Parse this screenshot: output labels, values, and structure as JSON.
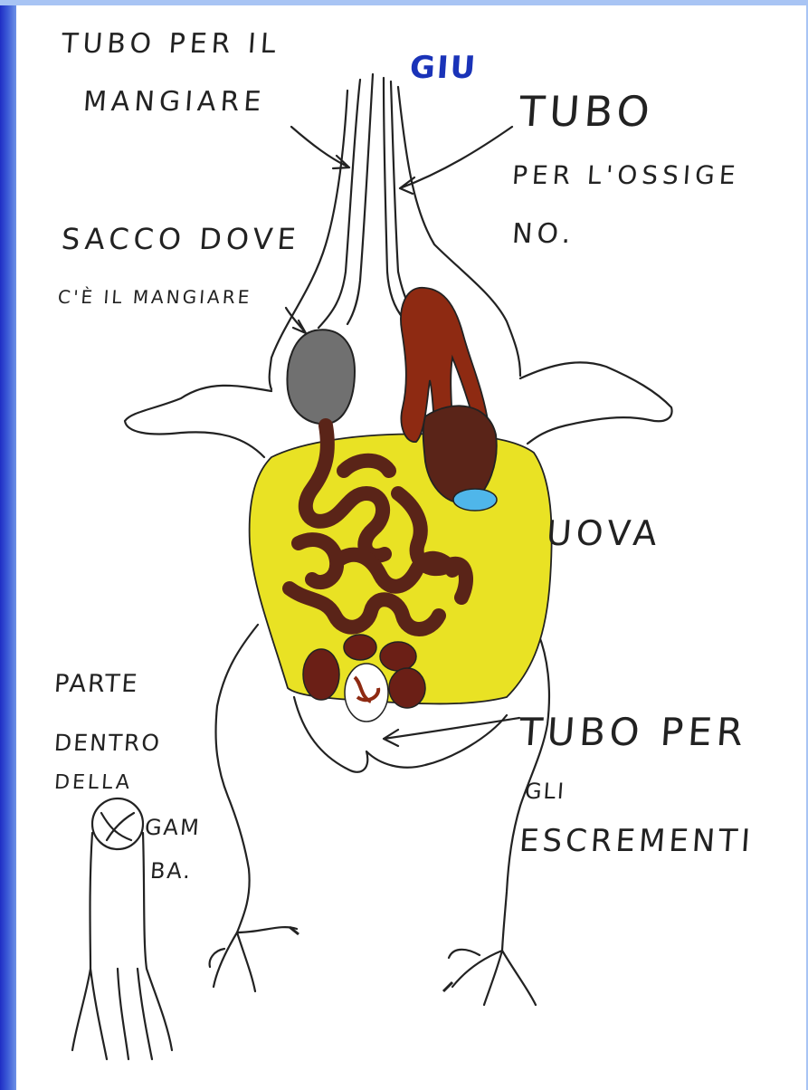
{
  "labels": {
    "giu": "GIU",
    "tubo_mangiare_1": "TUBO PER IL",
    "tubo_mangiare_2": "MANGIARE",
    "tubo_ossigeno_1": "TUBO",
    "tubo_ossigeno_2": "PER L'OSSIGE",
    "tubo_ossigeno_3": "NO.",
    "sacco_1": "SACCO DOVE",
    "sacco_2": "C'È IL MANGIARE",
    "uova": "UOVA",
    "parte_1": "PARTE",
    "parte_2": "DENTRO",
    "parte_3": "DELLA",
    "gamba_1": "GAM",
    "gamba_2": "BA.",
    "tubo_escrementi_1": "TUBO PER",
    "tubo_escrementi_2": "GLI",
    "tubo_escrementi_3": "ESCREMENTI"
  },
  "colors": {
    "background_blue": "#1f2ec4",
    "paper": "#ffffff",
    "ink": "#222222",
    "label_blue": "#1a33b8",
    "yellow_fat": "#e9e224",
    "intestine_brown": "#5a2418",
    "lung_red": "#8e2a12",
    "stomach_grey": "#707070",
    "bladder_blue": "#4fb6ea"
  }
}
